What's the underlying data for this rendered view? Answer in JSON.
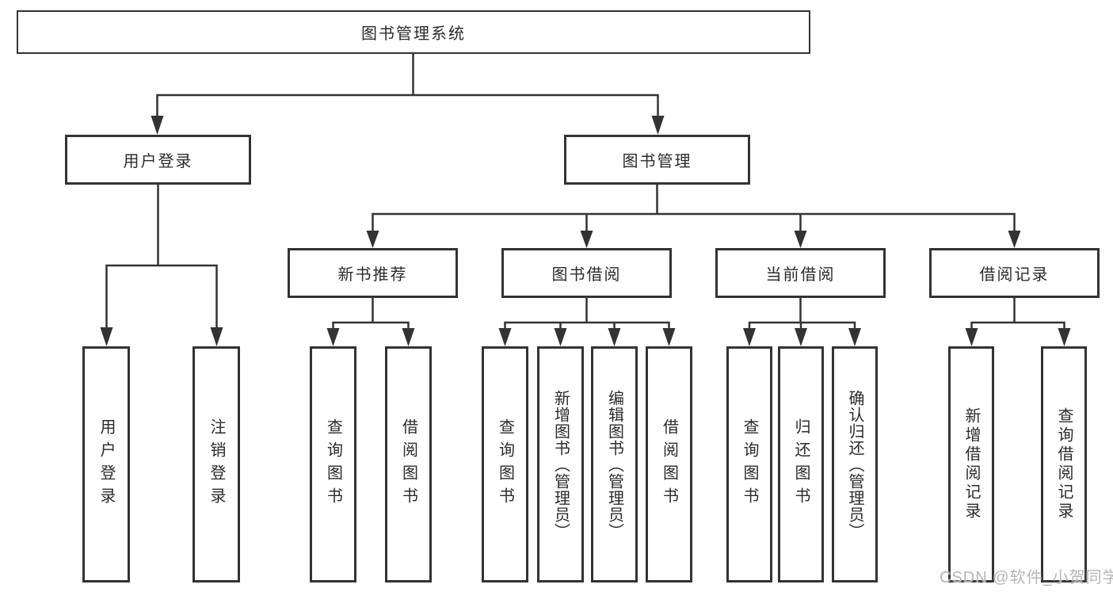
{
  "diagram": {
    "title_node": "图书管理系统",
    "level2": [
      {
        "label": "用户登录"
      },
      {
        "label": "图书管理"
      }
    ],
    "level3": [
      {
        "label": "新书推荐",
        "parent": "图书管理"
      },
      {
        "label": "图书借阅",
        "parent": "图书管理"
      },
      {
        "label": "当前借阅",
        "parent": "图书管理"
      },
      {
        "label": "借阅记录",
        "parent": "图书管理"
      }
    ],
    "leaves": [
      {
        "label": "用户登录",
        "parent": "用户登录"
      },
      {
        "label": "注销登录",
        "parent": "用户登录"
      },
      {
        "label": "查询图书",
        "parent": "新书推荐"
      },
      {
        "label": "借阅图书",
        "parent": "新书推荐"
      },
      {
        "label": "查询图书",
        "parent": "图书借阅"
      },
      {
        "label": "新增图书（管理员）",
        "parent": "图书借阅"
      },
      {
        "label": "编辑图书（管理员）",
        "parent": "图书借阅"
      },
      {
        "label": "借阅图书",
        "parent": "图书借阅"
      },
      {
        "label": "查询图书",
        "parent": "当前借阅"
      },
      {
        "label": "归还图书",
        "parent": "当前借阅"
      },
      {
        "label": "确认归还（管理员）",
        "parent": "当前借阅"
      },
      {
        "label": "新增借阅记录",
        "parent": "借阅记录"
      },
      {
        "label": "查询借阅记录",
        "parent": "借阅记录"
      }
    ]
  },
  "watermark": "CSDN @软件_小贺同学",
  "colors": {
    "line": "#333333",
    "box_border": "#333333",
    "text": "#2b2b2b",
    "watermark": "#b6b6b6",
    "background": "#ffffff"
  }
}
